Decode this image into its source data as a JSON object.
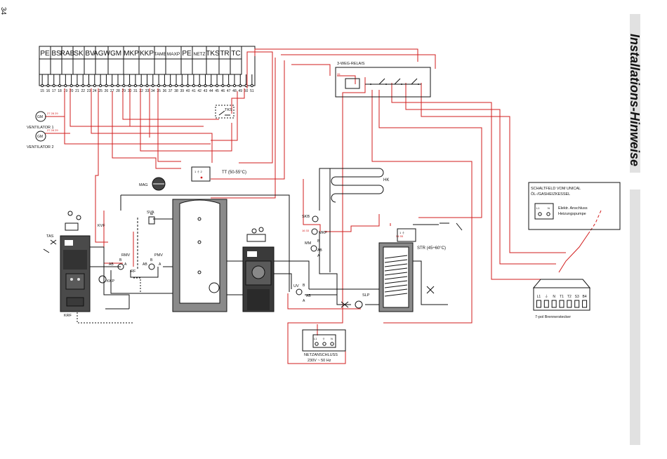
{
  "page": {
    "number": "34",
    "section_title": "Installations-Hinweise"
  },
  "terminal_strip": {
    "groups": [
      "PE",
      "BS",
      "RAB",
      "SK",
      "BV",
      "AGW",
      "GM",
      "MKP",
      "KKP",
      "TAMB",
      "MAXP",
      "PE",
      "NETZ",
      "TKS",
      "TR",
      "TC"
    ],
    "pin_numbers": [
      "15",
      "16",
      "17",
      "18",
      "19",
      "20",
      "21",
      "22",
      "23",
      "24",
      "25",
      "26",
      "27",
      "28",
      "29",
      "30",
      "31",
      "32",
      "33",
      "34",
      "35",
      "36",
      "37",
      "38",
      "39",
      "40",
      "41",
      "42",
      "43",
      "44",
      "45",
      "46",
      "47",
      "48",
      "49",
      "50",
      "51"
    ]
  },
  "devices": {
    "ventilator_1": "VENTILATOR 1",
    "ventilator_2": "VENTILATOR 2",
    "gm_symbol": "GM",
    "relay_3way": "3-WEG-RELAIS",
    "tt": "TT (50-55°C)",
    "tks": "TKS",
    "mag": "MAG",
    "sva": "SVA",
    "kvf": "KVF",
    "tas": "TAS",
    "rmv": "RMV",
    "pmv": "PMV",
    "rf": "RF",
    "kkp": "KKP",
    "krf": "KRF",
    "hk": "HK",
    "skb": "SKB",
    "mkp": "MKP",
    "mm": "MM",
    "uv": "UV",
    "slp": "SLP",
    "str": "STR (45÷60°C)",
    "port_ab": "AB",
    "port_a": "A",
    "port_b": "B"
  },
  "schaltfeld": {
    "title_line1": "SCHALTFELD VOM UNICAL",
    "title_line2": "ÖL-/GASHEIZKESSEL",
    "note_line1": "Elektr. Anschluss",
    "note_line2": "Heizungspumpe",
    "terminals": [
      "L1",
      "N"
    ]
  },
  "burner_plug": {
    "label": "7-pol Brennerstecker",
    "pins": [
      "L1",
      "⏚",
      "N",
      "T1",
      "T2",
      "S3",
      "B4"
    ]
  },
  "mains": {
    "title": "NETZANSCHLUSS",
    "spec": "230V ~ 50 Hz",
    "terminals": [
      "L1",
      "⏚",
      "N"
    ]
  },
  "colors": {
    "wiring": "#d21d1d",
    "lines": "#111111",
    "equipment": "#3a3a3a",
    "tank": "#8a8a8a"
  }
}
